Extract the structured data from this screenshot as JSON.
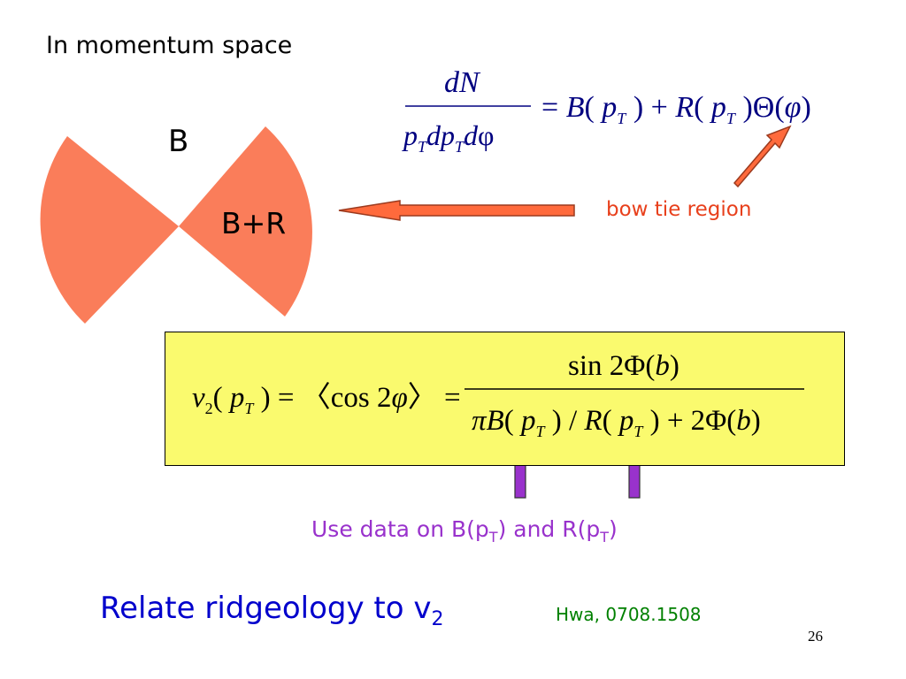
{
  "heading": "In momentum space",
  "diagram": {
    "label_b": "B",
    "label_br": "B+R",
    "wedge_color": "#fa7d5a",
    "arrow_color": "#ff6a3c",
    "bowtie_label": "bow tie region"
  },
  "equation1": {
    "numerator": "dN",
    "denominator": "p_T dp_T dφ",
    "rhs": "= B(p_T) + R(p_T)Θ(φ)"
  },
  "equation2": {
    "lhs": "v_2(p_T) = ⟨cos 2φ⟩ =",
    "numerator": "sin 2Φ(b)",
    "denominator": "πB(p_T) / R(p_T) + 2Φ(b)",
    "box_color": "#fafa6e"
  },
  "note": {
    "prefix": "Use data on B(p",
    "sub1": "T",
    "middle": ") and R(p",
    "sub2": "T",
    "suffix": ")",
    "arrow_color": "#9932cc"
  },
  "footer": {
    "text": "Relate ridgeology to v",
    "sub": "2"
  },
  "citation": "Hwa, 0708.1508",
  "page_number": "26"
}
